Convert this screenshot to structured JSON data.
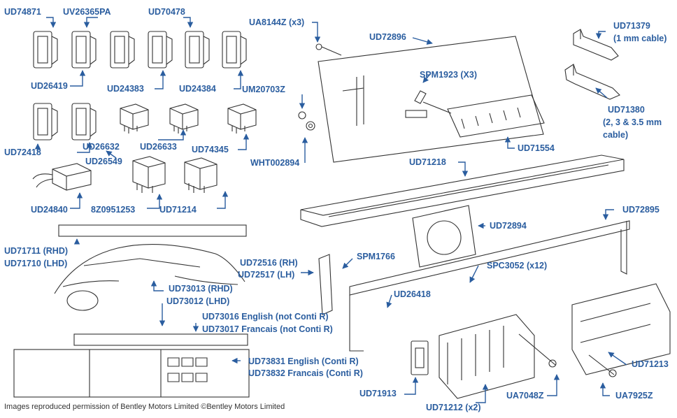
{
  "colors": {
    "label": "#2a5d9f",
    "line": "#333333",
    "background": "#ffffff"
  },
  "labels": {
    "ud74871": "UD74871",
    "uv26365pa": "UV26365PA",
    "ud70478": "UD70478",
    "ua8144z": "UA8144Z (x3)",
    "ud72896": "UD72896",
    "ud71379_code": "UD71379",
    "ud71379_note": "(1 mm cable)",
    "ud26419": "UD26419",
    "ud24383": "UD24383",
    "ud24384": "UD24384",
    "spm1923": "SPM1923 (X3)",
    "um20703z": "UM20703Z",
    "ud71380_code": "UD71380",
    "ud71380_note1": "(2, 3 & 3.5 mm",
    "ud71380_note2": "cable)",
    "ud72418": "UD72418",
    "ud26632": "UD26632",
    "ud26633": "UD26633",
    "ud74345": "UD74345",
    "ud26549": "UD26549",
    "ud71554": "UD71554",
    "wht002894": "WHT002894",
    "ud71218": "UD71218",
    "ud24840": "UD24840",
    "z8_0951253": "8Z0951253",
    "ud71214": "UD71214",
    "ud72895": "UD72895",
    "ud72894": "UD72894",
    "ud71711": "UD71711 (RHD)",
    "ud71710": "UD71710 (LHD)",
    "ud72516": "UD72516 (RH)",
    "ud72517": "UD72517 (LH)",
    "spm1766": "SPM1766",
    "spc3052": "SPC3052 (x12)",
    "ud73013": "UD73013 (RHD)",
    "ud73012": "UD73012 (LHD)",
    "ud26418": "UD26418",
    "ud73016": "UD73016 English (not Conti R)",
    "ud73017": "UD73017 Francais (not Conti R)",
    "ud71213": "UD71213",
    "ud73831": "UD73831 English (Conti R)",
    "ud73832": "UD73832 Francais (Conti R)",
    "ud71913": "UD71913",
    "ud71212": "UD71212 (x2)",
    "ua7048z": "UA7048Z",
    "ua7925z": "UA7925Z"
  },
  "credit": "Images reproduced permission of Bentley Motors Limited ©Bentley Motors Limited"
}
